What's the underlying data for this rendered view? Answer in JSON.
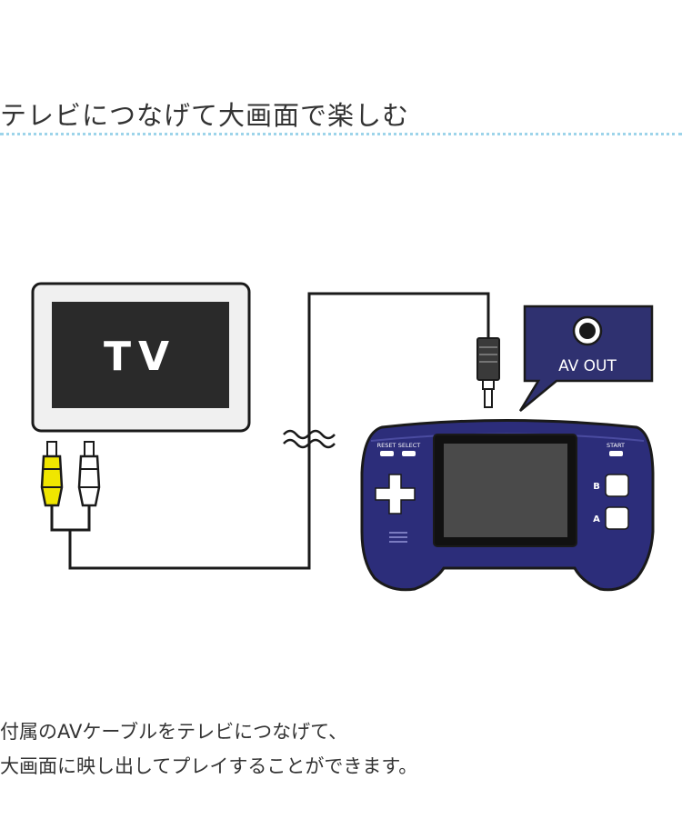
{
  "heading": "テレビにつなげて大画面で楽しむ",
  "illustration": {
    "tv_label": "TV",
    "av_out_label": "AV OUT",
    "console": {
      "reset_label": "RESET",
      "select_label": "SELECT",
      "start_label": "START",
      "b_label": "B",
      "a_label": "A"
    },
    "colors": {
      "console_body": "#2c2d7a",
      "callout": "#2f3170",
      "yellow_plug": "#f0e600",
      "screen": "#2a2a2a"
    }
  },
  "description": {
    "line1": "付属のAVケーブルをテレビにつなげて、",
    "line2": "大画面に映し出してプレイすることができます。"
  }
}
